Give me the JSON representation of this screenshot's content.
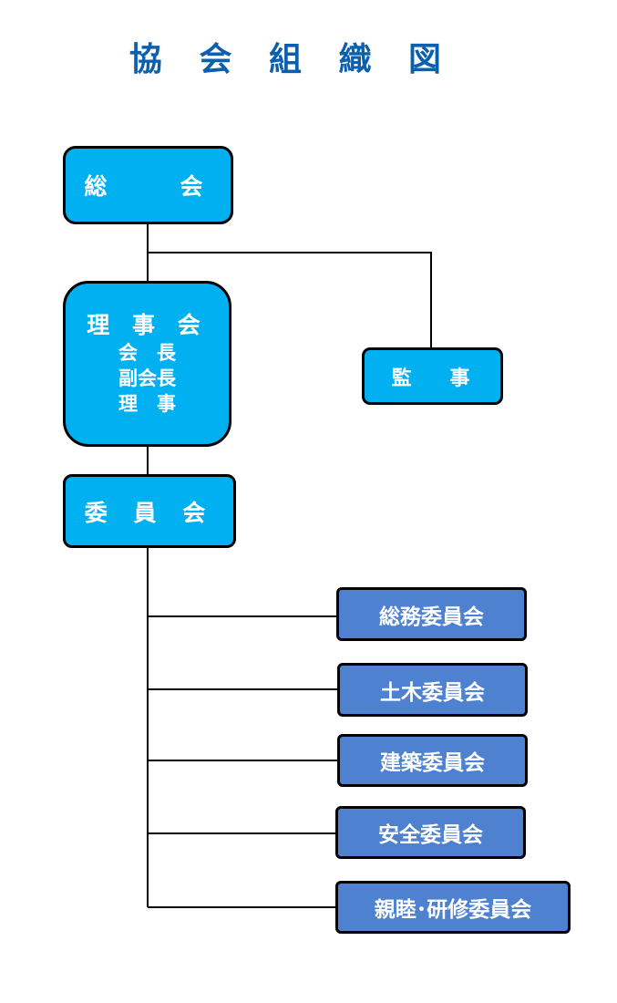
{
  "title": "協 会 組 織 図",
  "nodes": {
    "general_meeting": "総　　会",
    "board": {
      "label": "理 事 会",
      "members": [
        "会　長",
        "副会長",
        "理　事"
      ]
    },
    "auditor": "監　 事",
    "committees": "委 員 会"
  },
  "committee_list": [
    "総務委員会",
    "土木委員会",
    "建築委員会",
    "安全委員会",
    "親睦･研修委員会"
  ],
  "colors": {
    "title": "#0a5fae",
    "primary_box": "#00b0f0",
    "committee_box": "#4f81d1",
    "line": "#000000"
  }
}
